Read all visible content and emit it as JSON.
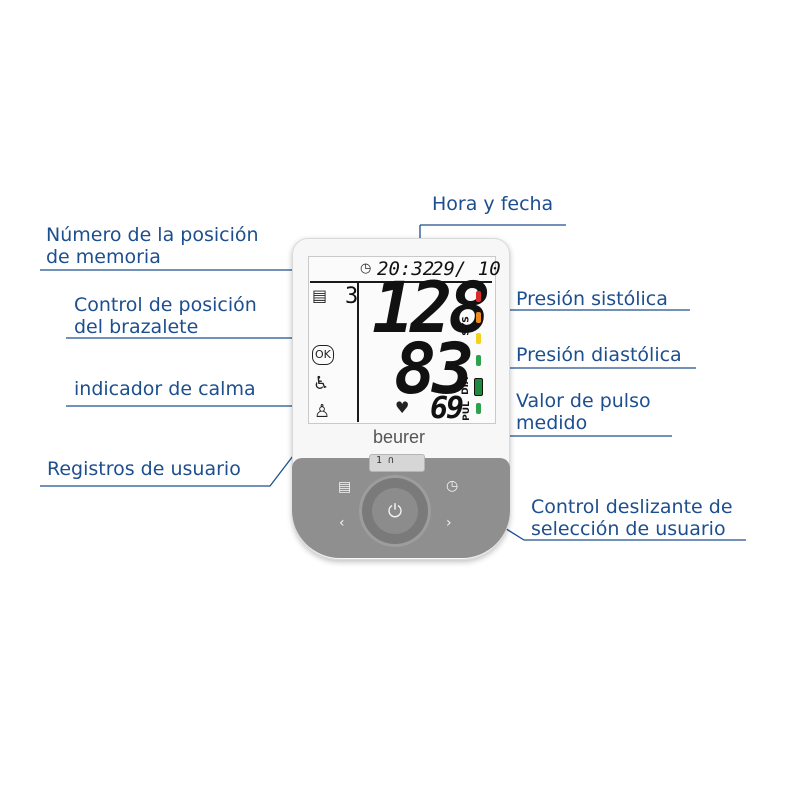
{
  "callouts": {
    "hora_fecha": "Hora y fecha",
    "memoria_l1": "Número de la posición",
    "memoria_l2": "de memoria",
    "brazalete_l1": "Control de posición",
    "brazalete_l2": "del brazalete",
    "calma": "indicador de calma",
    "usuario": "Registros de usuario",
    "sistolica": "Presión sistólica",
    "diastolica": "Presión diastólica",
    "pulso_l1": "Valor de pulso",
    "pulso_l2": "medido",
    "deslizante_l1": "Control deslizante de",
    "deslizante_l2": "selección de usuario"
  },
  "display": {
    "time": "20:32",
    "date": "29/ 10",
    "memory": "3",
    "systolic": "128",
    "diastolic": "83",
    "pulse": "69",
    "sys_tag": "SYS",
    "dia_tag": "DIA",
    "pul_tag": "PUL",
    "ok_tag": "OK"
  },
  "device": {
    "brand": "beurer",
    "slider_value": "1 ∩"
  },
  "colors": {
    "label": "#1d4f8f",
    "bar_red": "#d92b2b",
    "bar_orange": "#f08a1c",
    "bar_yellow": "#f2d21c",
    "bar_green": "#2ca24a"
  }
}
